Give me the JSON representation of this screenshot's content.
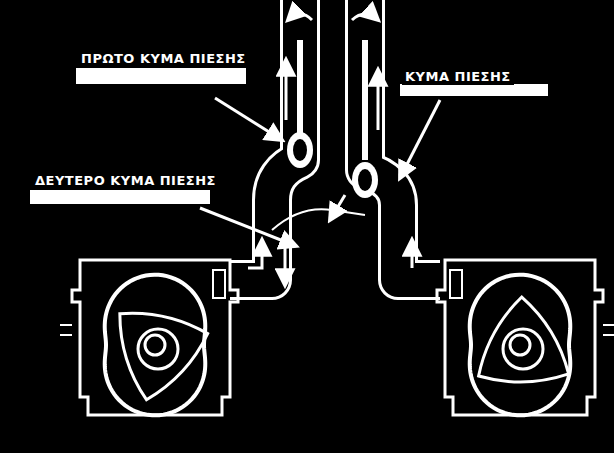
{
  "diagram": {
    "labels": [
      "ΠΡΩΤΟ ΚΥΜΑ ΠΙΕΣΗΣ",
      "ΚΥΜΑ ΠΙΕΣΗΣ",
      "ΔΕΥΤΕΡΟ ΚΥΜΑ ΠΙΕΣΗΣ"
    ]
  }
}
